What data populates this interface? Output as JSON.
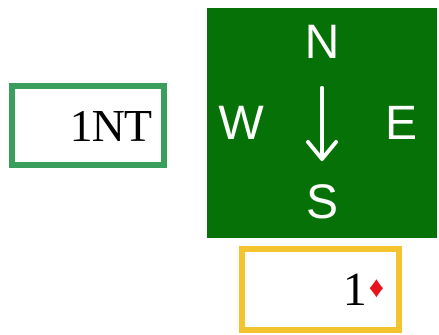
{
  "compass": {
    "north": "N",
    "south": "S",
    "west": "W",
    "east": "E",
    "arrow_direction": "down",
    "background_color": "#067106"
  },
  "bids": {
    "west": {
      "text": "1NT",
      "border_color": "#3a9e5c"
    },
    "south": {
      "level": "1",
      "suit": "♦",
      "suit_name": "diamonds",
      "suit_color": "#e8141c",
      "border_color": "#f4c42e"
    }
  }
}
